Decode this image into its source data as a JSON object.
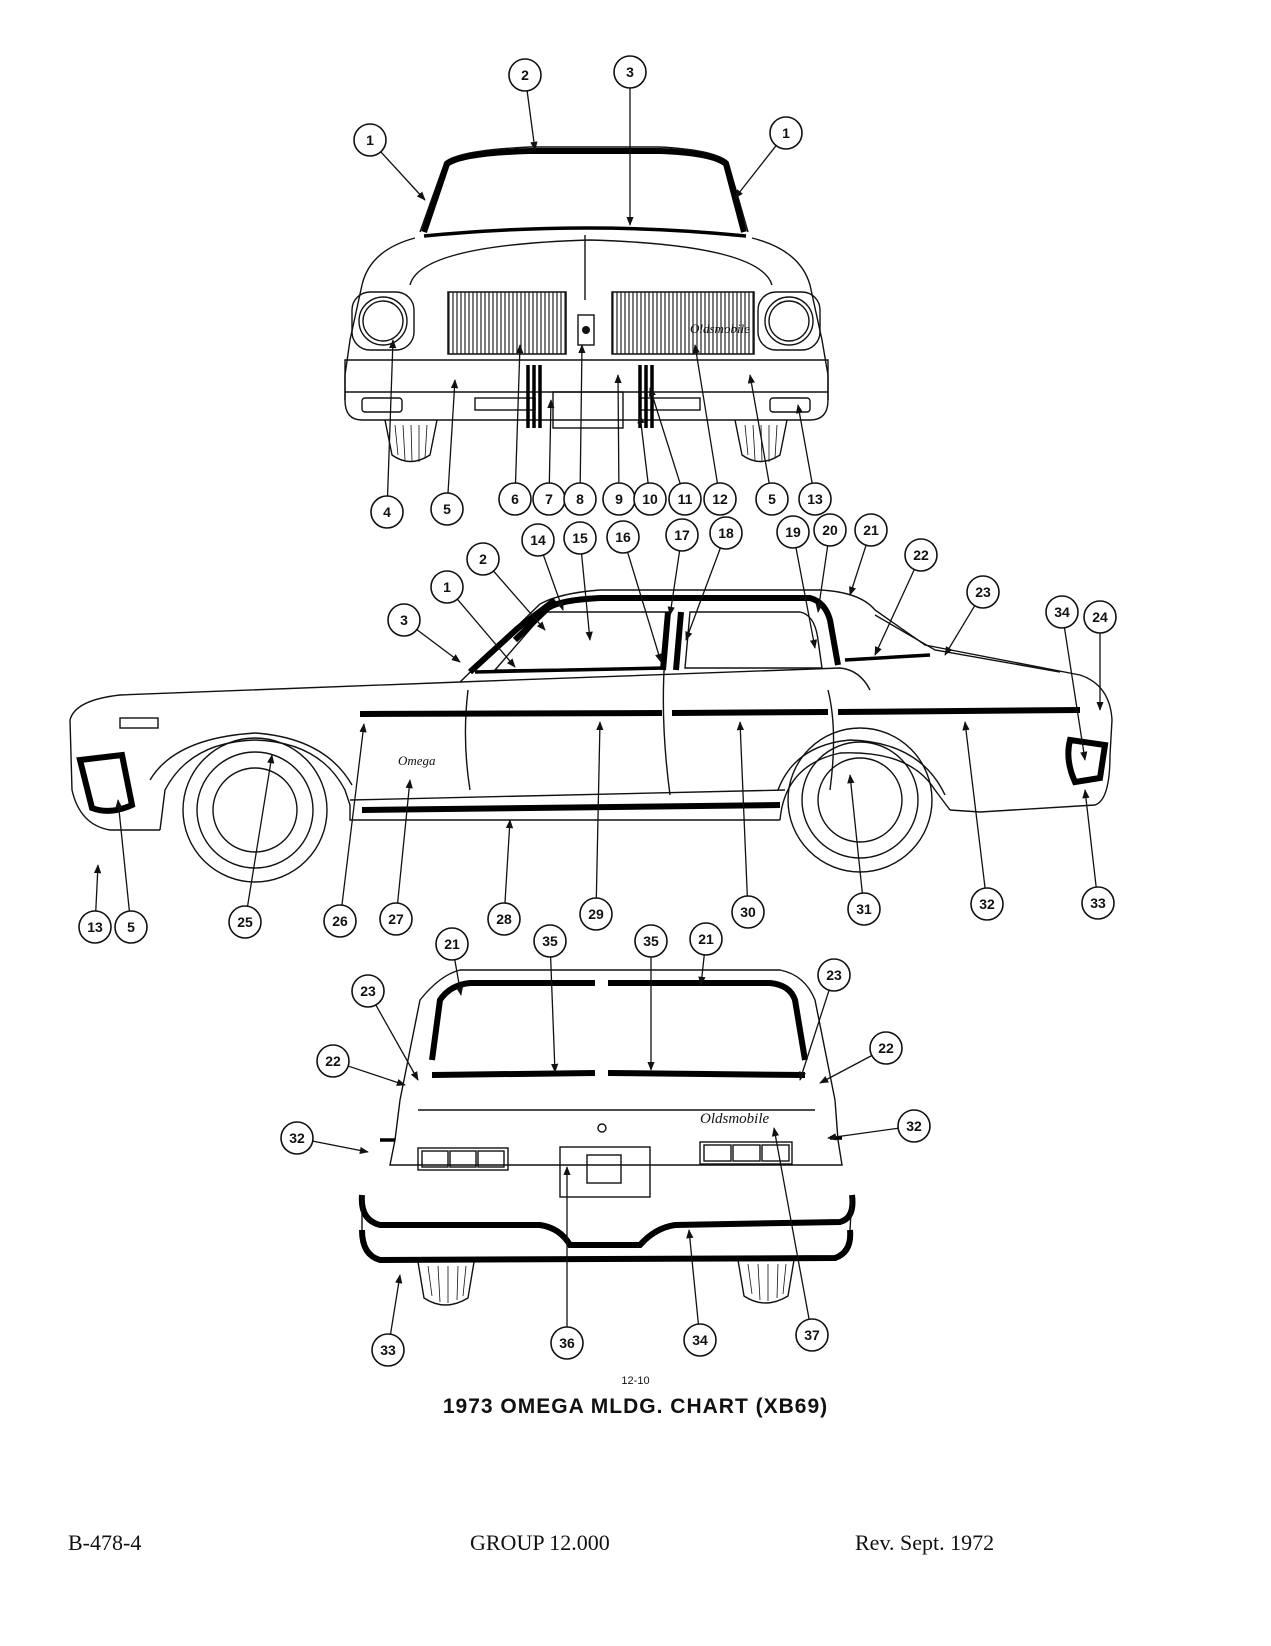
{
  "diagram": {
    "figure_number": "12-10",
    "title": "1973 OMEGA MLDG. CHART (XB69)",
    "script_lettering": [
      "Oldsmobile",
      "Omega"
    ],
    "front_view_callouts": [
      "1",
      "2",
      "3",
      "1",
      "4",
      "5",
      "6",
      "7",
      "8",
      "9",
      "10",
      "11",
      "12",
      "5",
      "13"
    ],
    "side_view_callouts": [
      "1",
      "2",
      "3",
      "14",
      "15",
      "16",
      "17",
      "18",
      "19",
      "20",
      "21",
      "22",
      "23",
      "34",
      "24",
      "13",
      "5",
      "25",
      "26",
      "27",
      "28",
      "29",
      "30",
      "31",
      "32",
      "33"
    ],
    "rear_view_callouts": [
      "21",
      "35",
      "35",
      "21",
      "23",
      "23",
      "22",
      "22",
      "32",
      "32",
      "33",
      "36",
      "34",
      "37"
    ]
  },
  "footer": {
    "doc_number": "B-478-4",
    "group": "GROUP 12.000",
    "revision": "Rev. Sept. 1972"
  }
}
